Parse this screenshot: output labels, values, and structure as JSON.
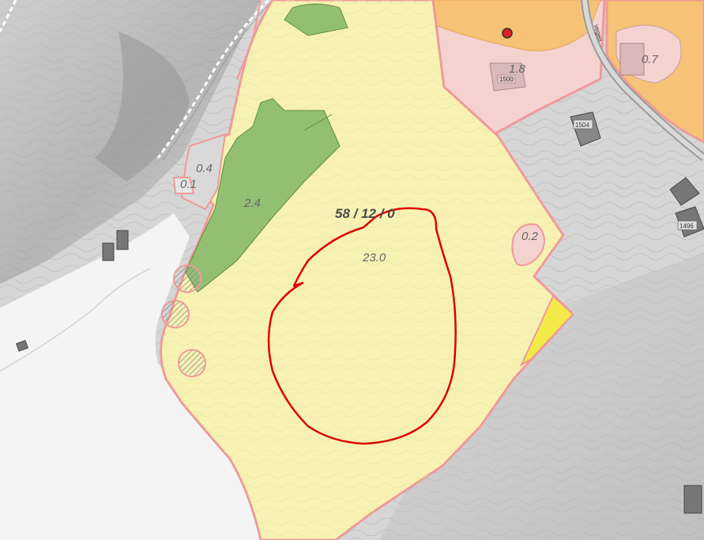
{
  "plot": {
    "label": "58 / 12 / 0"
  },
  "areas": [
    {
      "id": "main-field",
      "value": "23.0"
    },
    {
      "id": "forest-strip",
      "value": "2.4"
    },
    {
      "id": "gray-small",
      "value": "0.4"
    },
    {
      "id": "gray-tiny",
      "value": "0.1"
    },
    {
      "id": "pink-right",
      "value": "0.2"
    },
    {
      "id": "pink-top",
      "value": "1.8"
    },
    {
      "id": "orange-top-right",
      "value": "0.7"
    }
  ],
  "buildings": [
    {
      "id": "house-1500",
      "label": "1500"
    },
    {
      "id": "house-1504",
      "label": "1504"
    },
    {
      "id": "house-1496",
      "label": "1496"
    }
  ],
  "road": {
    "label": "vegen"
  },
  "colors": {
    "field": "#f7f2b3",
    "forest": "#93bf73",
    "residential": "#f4d2d0",
    "orange": "#f6c275",
    "boundary": "#ef9a9a",
    "sketch": "#e00000",
    "water": "#f4f4f4",
    "marker": "#e02020"
  }
}
